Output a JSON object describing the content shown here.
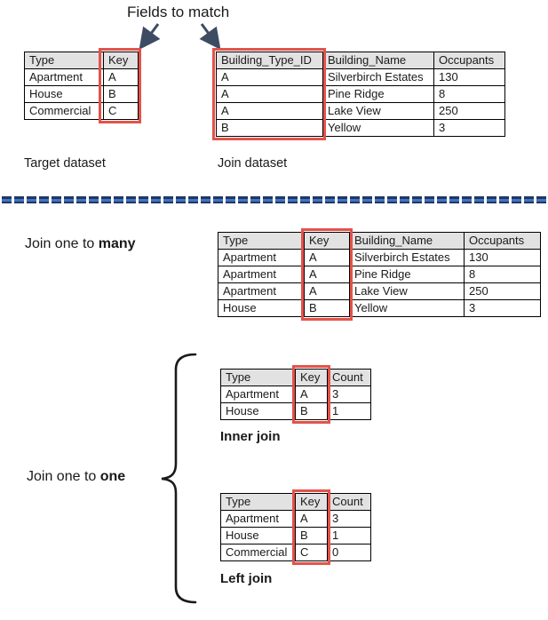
{
  "annotation": {
    "fields_to_match": "Fields to match"
  },
  "colors": {
    "red_highlight": "#e2534b",
    "table_header_bg": "#e3e2e2",
    "table_border": "#000000",
    "divider_dark_blue": "#1f3864",
    "divider_light_blue": "#4472c4",
    "arrow_blue_gray": "#3e4c63",
    "brace_black": "#1a1a1a"
  },
  "labels": {
    "one_to_many_prefix": "Join one to ",
    "one_to_many_bold": "many",
    "one_to_one_prefix": "Join one to ",
    "one_to_one_bold": "one"
  },
  "tables": {
    "target": {
      "label": "Target dataset",
      "highlighted_column": "Key",
      "headers": [
        "Type",
        "Key"
      ],
      "rows": [
        [
          "Apartment",
          "A"
        ],
        [
          "House",
          "B"
        ],
        [
          "Commercial",
          "C"
        ]
      ]
    },
    "join": {
      "label": "Join dataset",
      "highlighted_column": "Building_Type_ID",
      "headers": [
        "Building_Type_ID",
        "Building_Name",
        "Occupants"
      ],
      "rows": [
        [
          "A",
          "Silverbirch Estates",
          "130"
        ],
        [
          "A",
          "Pine Ridge",
          "8"
        ],
        [
          "A",
          "Lake View",
          "250"
        ],
        [
          "B",
          "Yellow",
          "3"
        ]
      ]
    },
    "one_to_many": {
      "highlighted_column": "Key",
      "headers": [
        "Type",
        "Key",
        "Building_Name",
        "Occupants"
      ],
      "rows": [
        [
          "Apartment",
          "A",
          "Silverbirch Estates",
          "130"
        ],
        [
          "Apartment",
          "A",
          "Pine Ridge",
          "8"
        ],
        [
          "Apartment",
          "A",
          "Lake View",
          "250"
        ],
        [
          "House",
          "B",
          "Yellow",
          "3"
        ]
      ]
    },
    "inner_join": {
      "caption": "Inner join",
      "highlighted_column": "Key",
      "headers": [
        "Type",
        "Key",
        "Count"
      ],
      "rows": [
        [
          "Apartment",
          "A",
          "3"
        ],
        [
          "House",
          "B",
          "1"
        ]
      ]
    },
    "left_join": {
      "caption": "Left join",
      "highlighted_column": "Key",
      "headers": [
        "Type",
        "Key",
        "Count"
      ],
      "rows": [
        [
          "Apartment",
          "A",
          "3"
        ],
        [
          "House",
          "B",
          "1"
        ],
        [
          "Commercial",
          "C",
          "0"
        ]
      ]
    }
  }
}
